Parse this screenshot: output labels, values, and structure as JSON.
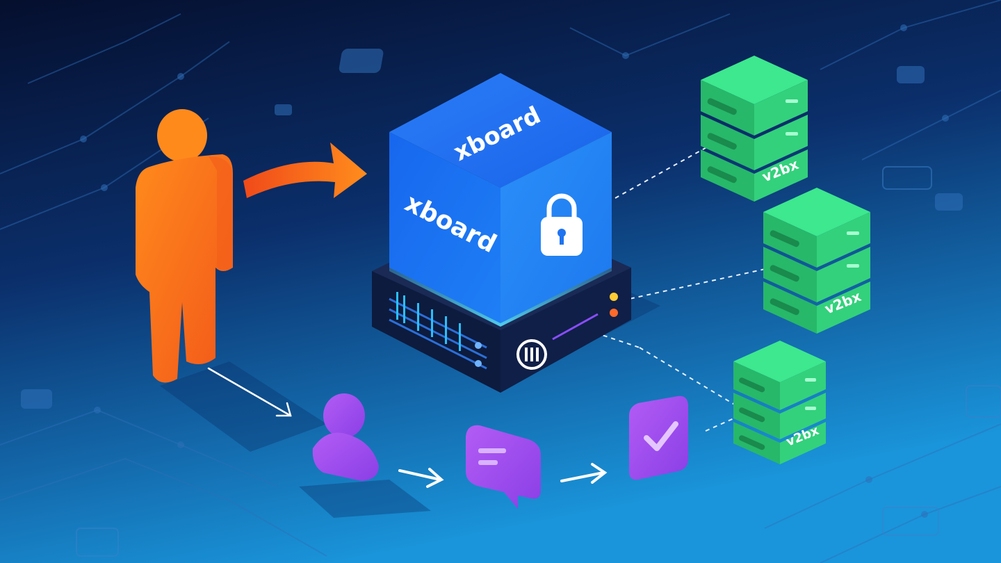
{
  "hub": {
    "top_label": "xboard",
    "front_label": "xboard"
  },
  "nodes": [
    {
      "label": "v2bx"
    },
    {
      "label": "v2bx"
    },
    {
      "label": "v2bx"
    }
  ],
  "colors": {
    "background_top": "#06153a",
    "background_bottom": "#1a8fd6",
    "cube_blue": "#1f6ff0",
    "person_orange": "#ff7a1a",
    "server_green": "#2fd17a",
    "flow_purple": "#a24bf0",
    "chassis_dark": "#0d1a3d"
  },
  "icons": {
    "hub_lock": "lock-icon",
    "chassis_logo": "chassis-logo-icon",
    "flow_step_1": "user-icon",
    "flow_step_2": "chat-icon",
    "flow_step_3": "checkbox-icon"
  }
}
